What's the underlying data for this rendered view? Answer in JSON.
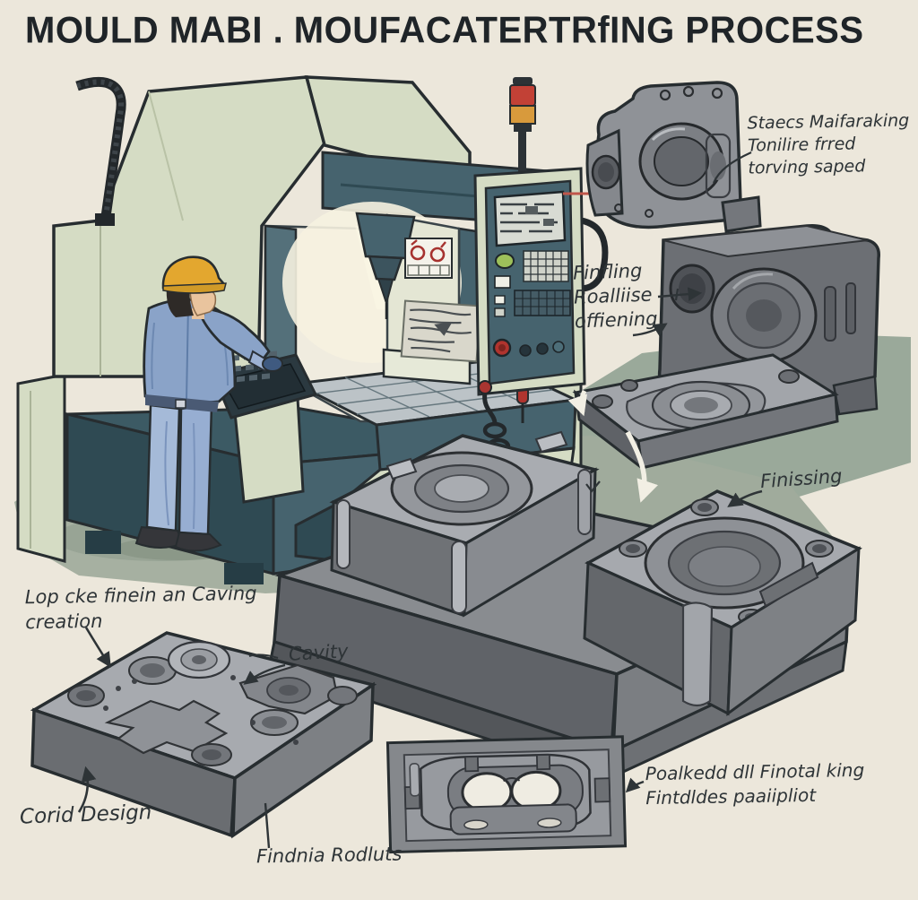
{
  "title": "MOULD MABI . MOUFACATERTRfING PROCESS",
  "labels": {
    "raw_material": {
      "lines": [
        "Staecs Maifaraking",
        "Tonilire frred",
        "torving saped"
      ]
    },
    "roughing": {
      "lines": [
        "Finfling",
        "Roalliise",
        "offiening"
      ]
    },
    "finishing": {
      "text": "Finissing"
    },
    "cavity_creation": {
      "lines": [
        "Lop cke finein an Caving",
        "creation"
      ]
    },
    "cavity": {
      "text": "Cavity"
    },
    "core_design": {
      "text": "Corid Design"
    },
    "final_products": {
      "text": "Findnia Rodluts"
    },
    "final_polish": {
      "lines": [
        "Poalkedd dll Finotal king",
        "Fintdldes paaiipliot"
      ]
    }
  },
  "icons": {
    "stack_light": "stack-light-icon",
    "warning_sticker": "warning-sticker-icon",
    "spindle": "spindle-icon",
    "arrows": "flow-arrow-icon"
  },
  "colors": {
    "background": "#ece7db",
    "titleInk": "#1f2428",
    "labelInk": "#2e3437",
    "outline": "#272d30",
    "machineBody": "#d5dcc4",
    "machineBodyLight": "#e6e9d8",
    "chamberWhite": "#f0ecdf",
    "machineDark": "#46636e",
    "machineDarker": "#2f4a53",
    "floorShadow": "#a6b0a1",
    "floorShadowDark": "#8d9a8c",
    "steelLight": "#a9acb1",
    "steelMid": "#85888c",
    "steelDark": "#5d6064",
    "steelDarker": "#47494d",
    "workerJacket": "#8aa3c8",
    "workerPants": "#a5bad8",
    "hardhat": "#e3a72f",
    "skin": "#e9c49e",
    "hair": "#2e2a27",
    "shoe": "#35363a",
    "stackRed": "#c24136",
    "stackAmber": "#d89a3c",
    "alertRed": "#a6322f",
    "leaderRed": "#c0564a",
    "screenGrey": "#d8dbd3",
    "buttonGreen": "#9dc05a"
  }
}
